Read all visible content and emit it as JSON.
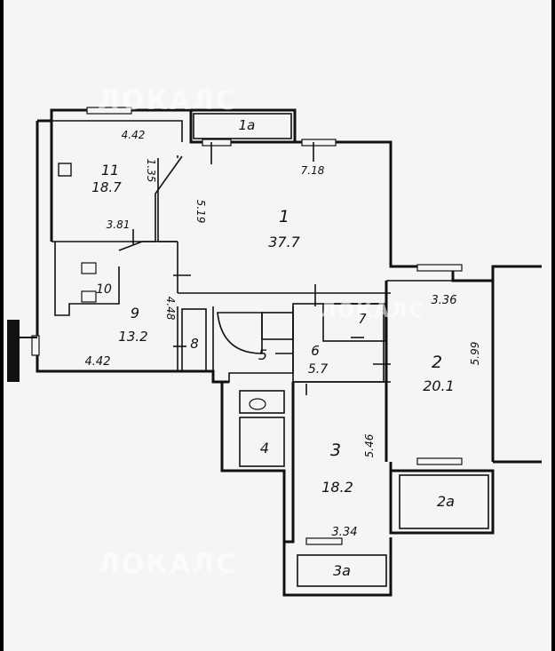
{
  "watermark": {
    "brand": "ЛОКАЛС"
  },
  "rooms": [
    {
      "id": "1",
      "number": "1",
      "area": "37.7"
    },
    {
      "id": "1a",
      "number": "1a"
    },
    {
      "id": "2",
      "number": "2",
      "area": "20.1"
    },
    {
      "id": "2a",
      "number": "2a"
    },
    {
      "id": "3",
      "number": "3",
      "area": "18.2"
    },
    {
      "id": "3a",
      "number": "3a"
    },
    {
      "id": "4",
      "number": "4"
    },
    {
      "id": "5",
      "number": "5"
    },
    {
      "id": "6",
      "number": "6",
      "area": "5.7"
    },
    {
      "id": "7",
      "number": "7"
    },
    {
      "id": "8",
      "number": "8"
    },
    {
      "id": "9",
      "number": "9",
      "area": "13.2"
    },
    {
      "id": "10",
      "number": "10"
    },
    {
      "id": "11",
      "number": "11",
      "area": "18.7"
    }
  ],
  "dimensions": {
    "d_4_42_top": "4.42",
    "d_1_35": "1.35",
    "d_3_81": "3.81",
    "d_5_19": "5.19",
    "d_7_18": "7.18",
    "d_4_48": "4.48",
    "d_4_42_bottom": "4.42",
    "d_3_36": "3.36",
    "d_5_99": "5.99",
    "d_5_46": "5.46",
    "d_3_34": "3.34"
  },
  "colors": {
    "frame": "#000000",
    "paper": "#f4f6f6",
    "ink": "#111111"
  }
}
